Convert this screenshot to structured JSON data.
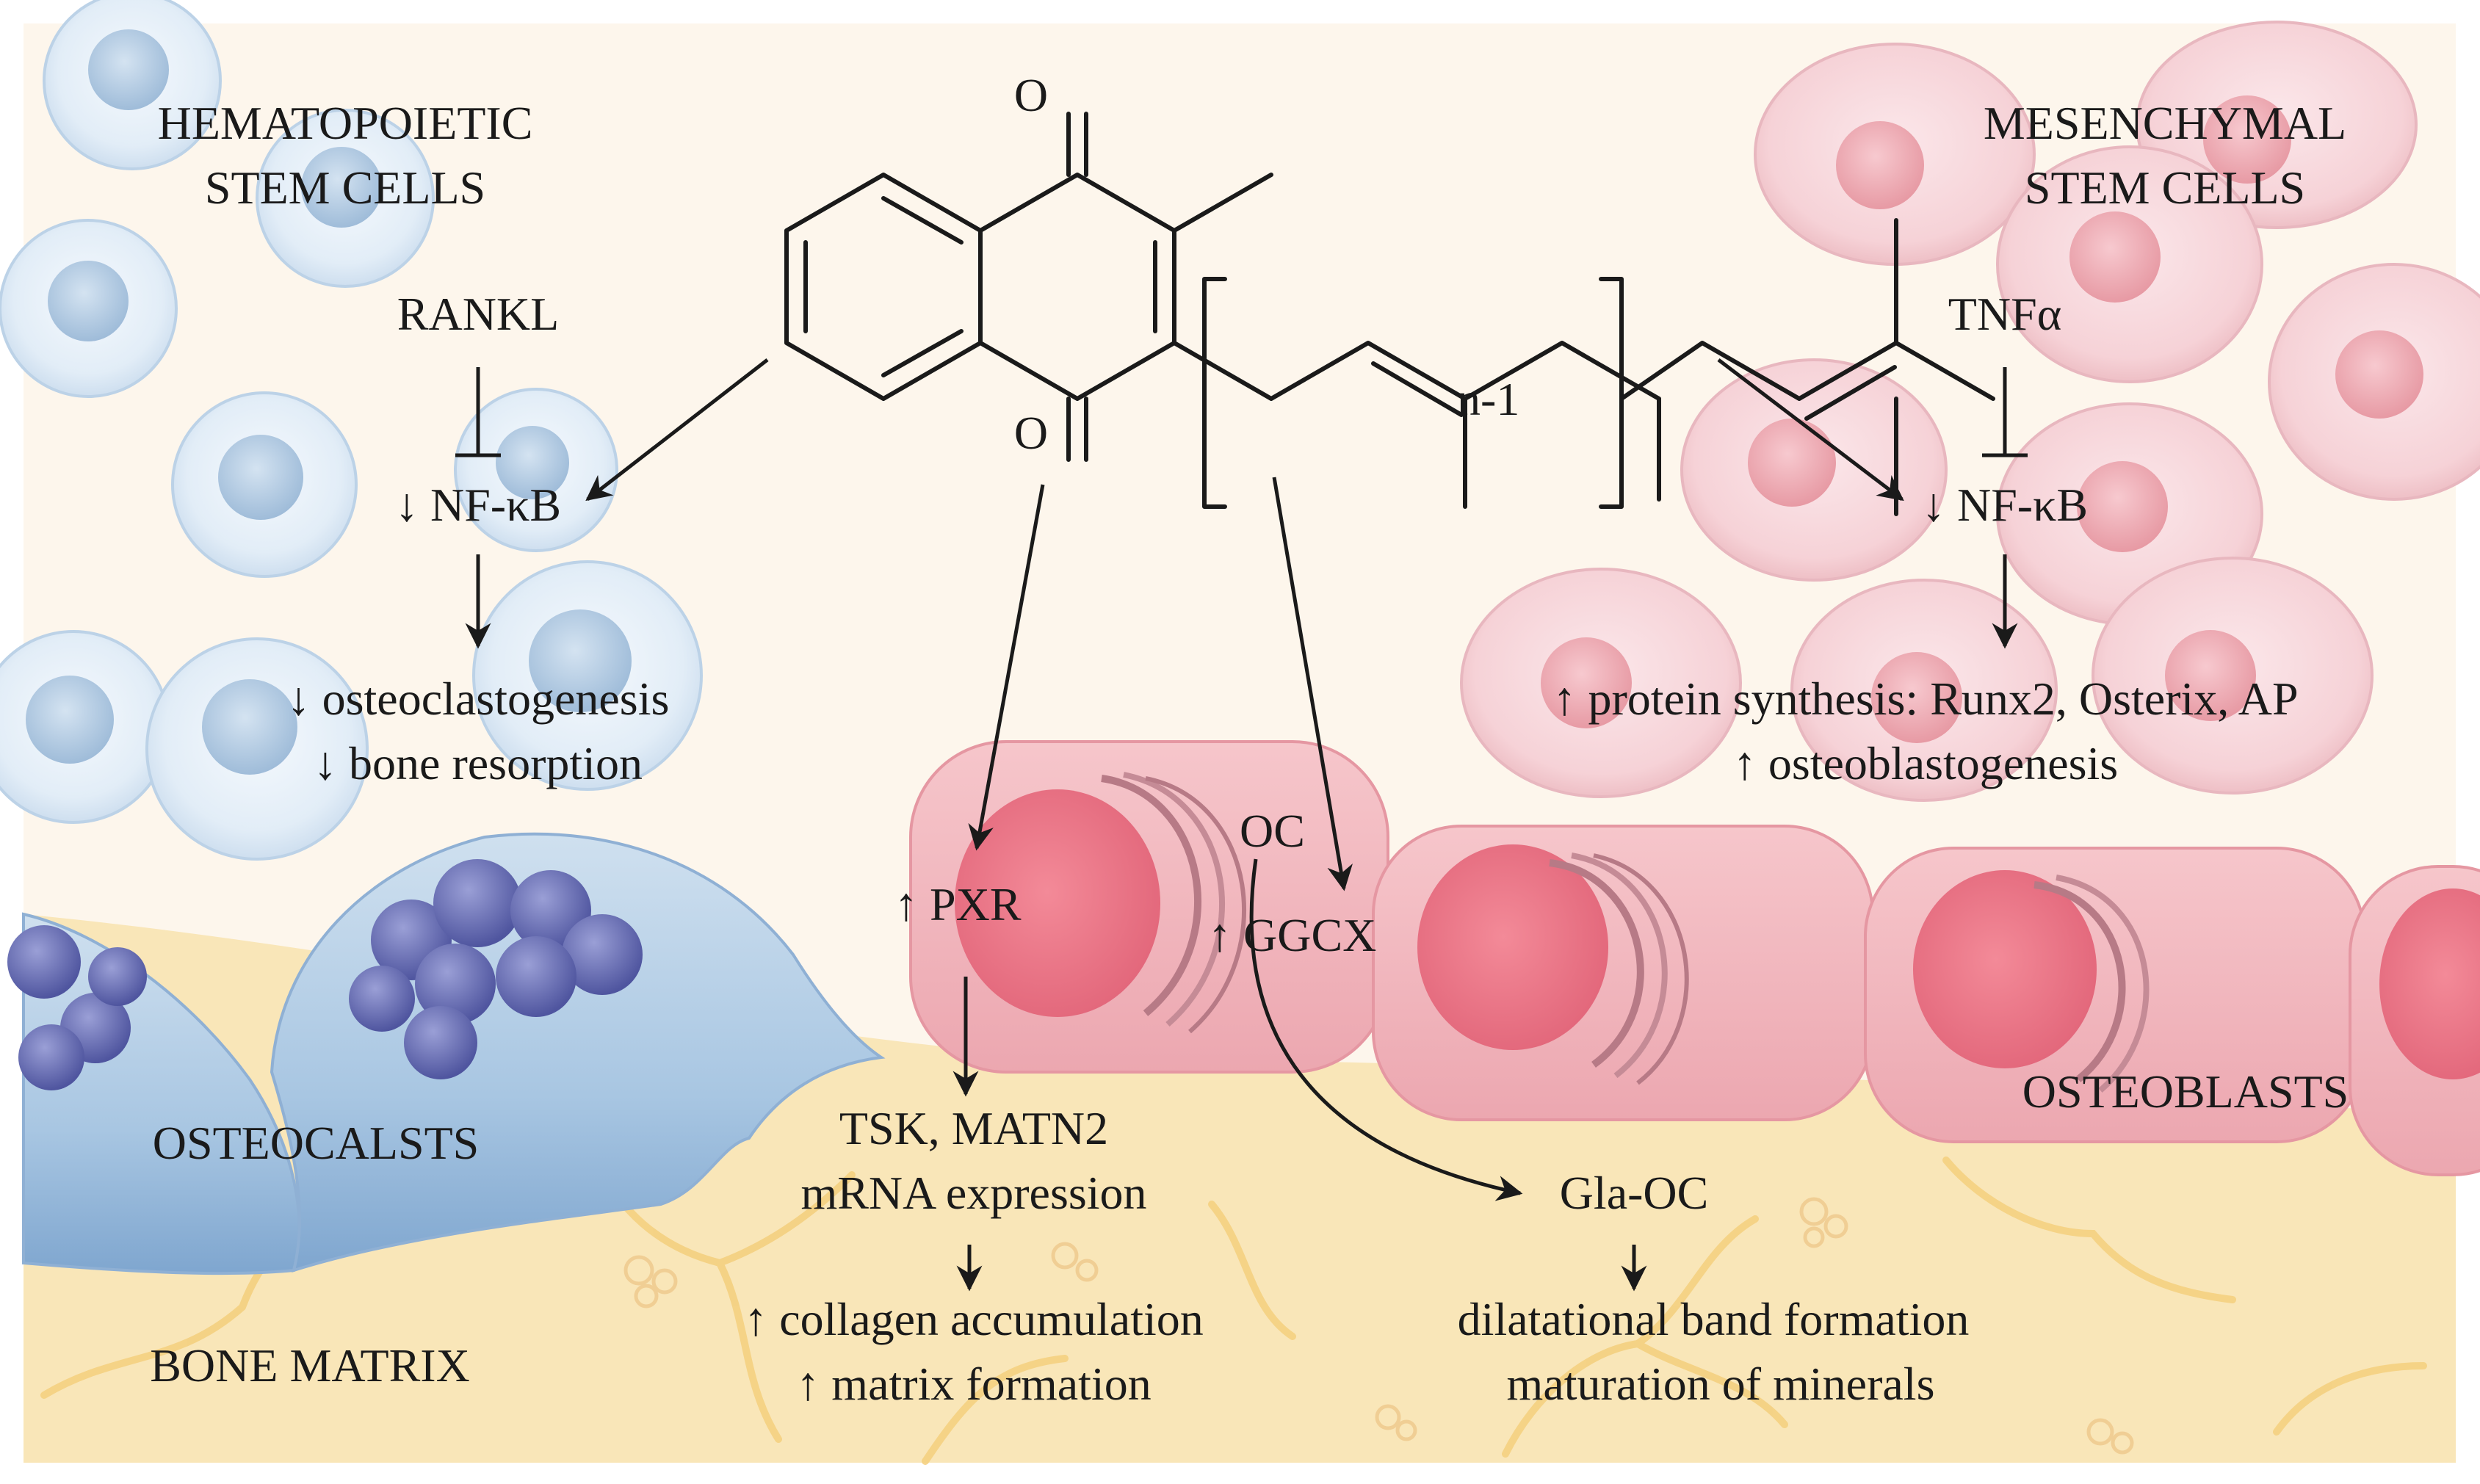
{
  "title_labels": {
    "hematopoietic_line1": "HEMATOPOIETIC",
    "hematopoietic_line2": "STEM CELLS",
    "mesenchymal_line1": "MESENCHYMAL",
    "mesenchymal_line2": "STEM CELLS"
  },
  "left_pathway": {
    "rankl": "RANKL",
    "nfkb": "↓ NF-κB",
    "osteoclastogenesis": "↓ osteoclastogenesis",
    "bone_resorption": "↓ bone resorption"
  },
  "right_pathway": {
    "tnfa": "TNFα",
    "nfkb": "↓ NF-κB",
    "protein_synthesis": "↑ protein synthesis: Runx2, Osterix, AP",
    "osteoblastogenesis": "↑ osteoblastogenesis"
  },
  "molecule": {
    "oxygen_top": "O",
    "oxygen_bottom": "O",
    "repeat_label": "n-1"
  },
  "center_pathway": {
    "pxr": "↑ PXR",
    "oc": "OC",
    "ggcx": "↑ GGCX",
    "tsk_line1": "TSK, MATN2",
    "tsk_line2": "mRNA expression",
    "collagen": "↑ collagen accumulation",
    "matrix": "↑ matrix formation",
    "gla_oc": "Gla-OC",
    "dilatational": "dilatational band formation",
    "maturation": "maturation of minerals"
  },
  "region_labels": {
    "osteoclasts": "OSTEOCALSTS",
    "osteoblasts": "OSTEOBLASTS",
    "bone_matrix": "BONE MATRIX"
  },
  "colors": {
    "background": "#fdf6ec",
    "bone_matrix": "#f9e6b8",
    "hsc_cell": "#dde9f4",
    "msc_cell": "#f7d5d9",
    "osteoblast": "#f1b7bd",
    "osteoclast": "#a9c6e0",
    "nucleus_purple": "#6d72b8",
    "arrow": "#1a1a1a"
  }
}
